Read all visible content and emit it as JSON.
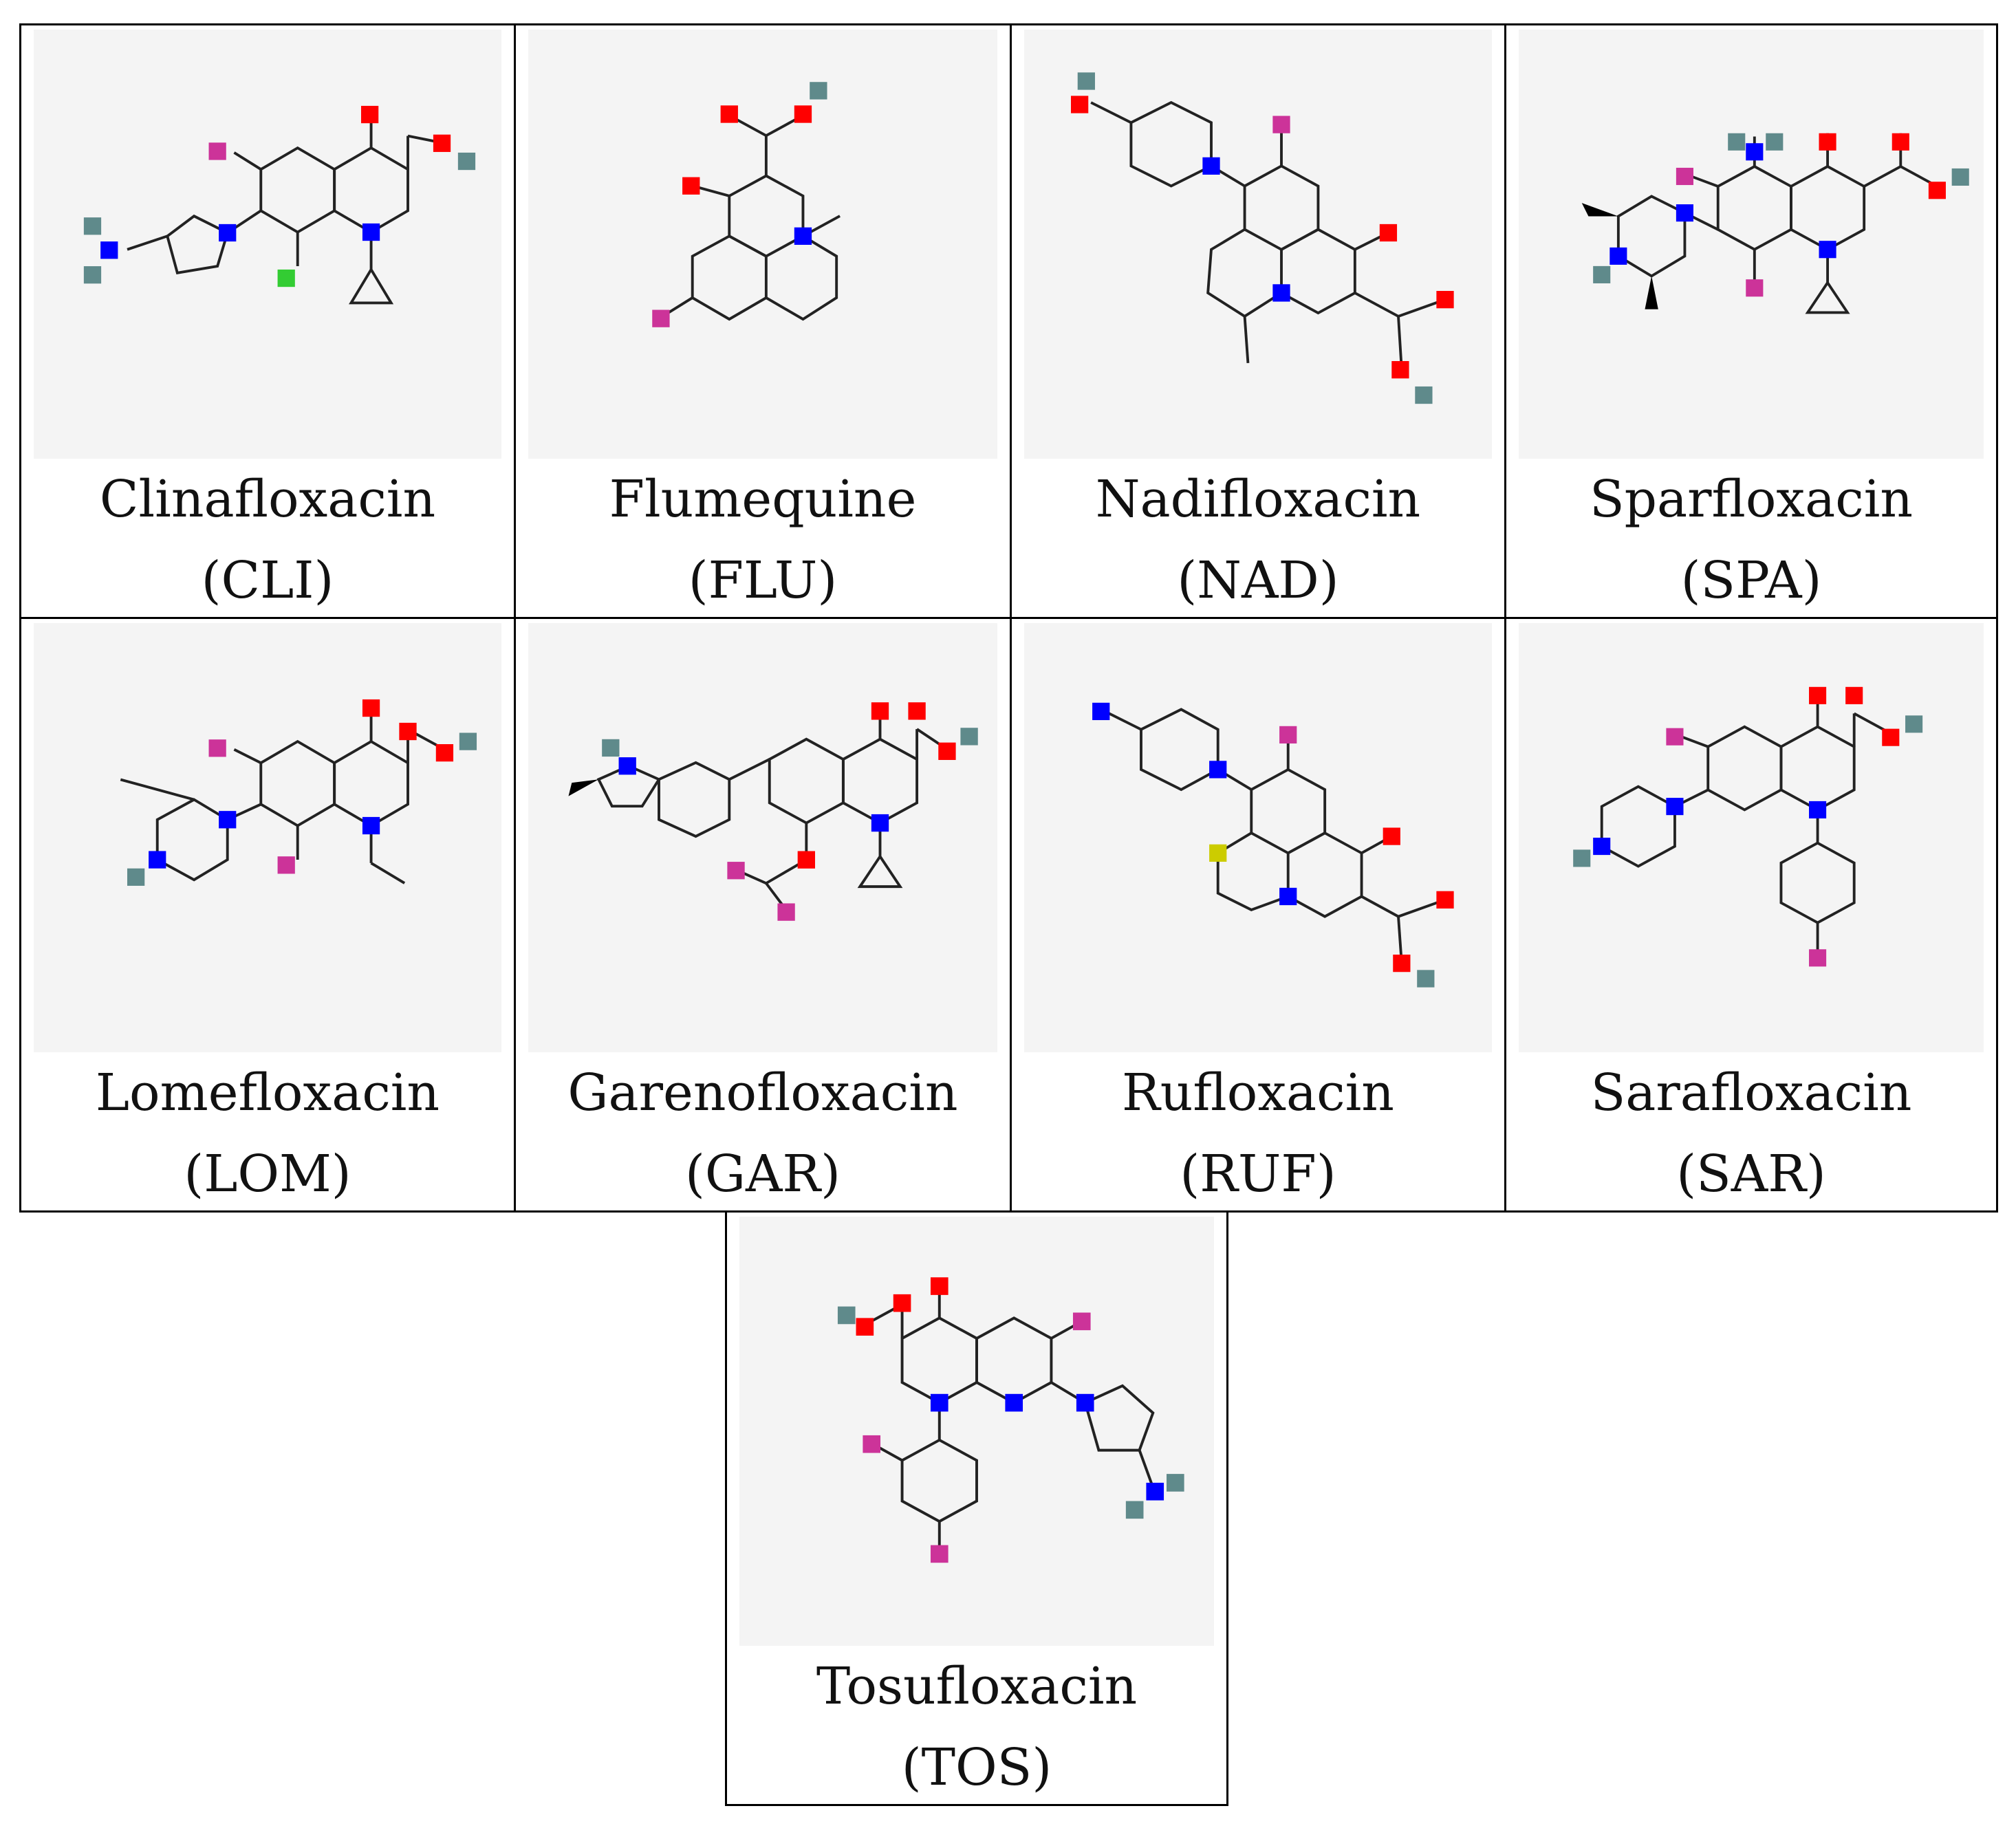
{
  "colors": {
    "bond": "#222222",
    "oxygen": "#ff0000",
    "nitrogen": "#0000ff",
    "fluorine": "#cc3399",
    "hydrogen": "#5f8a8b",
    "chlorine": "#33cc33",
    "sulfur": "#cccc00",
    "panel_bg": "#f4f4f4"
  },
  "compounds": [
    {
      "name": "Clinafloxacin",
      "abbr": "(CLI)"
    },
    {
      "name": "Flumequine",
      "abbr": "(FLU)"
    },
    {
      "name": "Nadifloxacin",
      "abbr": "(NAD)"
    },
    {
      "name": "Sparfloxacin",
      "abbr": "(SPA)"
    },
    {
      "name": "Lomefloxacin",
      "abbr": "(LOM)"
    },
    {
      "name": "Garenofloxacin",
      "abbr": "(GAR)"
    },
    {
      "name": "Rufloxacin",
      "abbr": "(RUF)"
    },
    {
      "name": "Sarafloxacin",
      "abbr": "(SAR)"
    },
    {
      "name": "Tosufloxacin",
      "abbr": "(TOS)"
    }
  ]
}
